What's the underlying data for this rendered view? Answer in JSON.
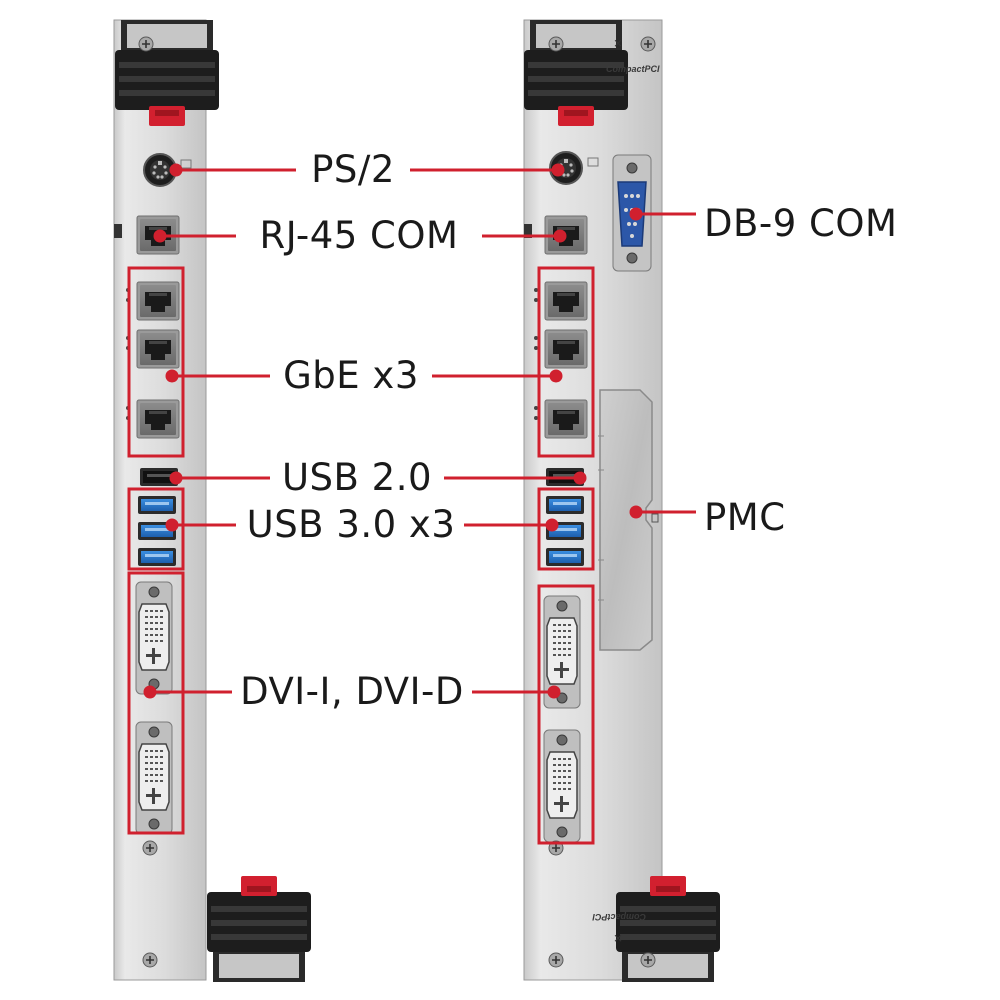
{
  "labels": {
    "ps2": "PS/2",
    "rj45_com": "RJ-45 COM",
    "gbe": "GbE x3",
    "usb2": "USB 2.0",
    "usb3": "USB 3.0 x3",
    "dvi": "DVI-I, DVI-D",
    "db9_com": "DB-9 COM",
    "pmc": "PMC"
  },
  "panel_mark": "CompactPCI",
  "colors": {
    "callout": "#d0202e",
    "panel": "#dedede",
    "handle": "#1c1c1c",
    "handle_latch": "#d2202f",
    "usb3_blue": "#2a78c8",
    "db9_blue": "#2c57a8"
  }
}
